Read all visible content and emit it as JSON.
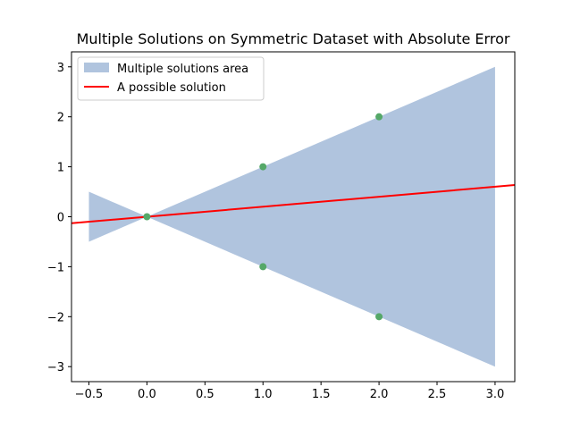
{
  "chart_data": {
    "type": "line",
    "title": "Multiple Solutions on Symmetric Dataset with Absolute Error",
    "xlabel": "",
    "ylabel": "",
    "xlim": [
      -0.65,
      3.17
    ],
    "ylim": [
      -3.3,
      3.3
    ],
    "xticks": [
      -0.5,
      0.0,
      0.5,
      1.0,
      1.5,
      2.0,
      2.5,
      3.0
    ],
    "xtick_labels": [
      "−0.5",
      "0.0",
      "0.5",
      "1.0",
      "1.5",
      "2.0",
      "2.5",
      "3.0"
    ],
    "yticks": [
      -3,
      -2,
      -1,
      0,
      1,
      2,
      3
    ],
    "ytick_labels": [
      "−3",
      "−2",
      "−1",
      "0",
      "1",
      "2",
      "3"
    ],
    "grid": false,
    "legend_position": "top-left",
    "area": {
      "name": "Multiple solutions area",
      "color": "#b0c4de",
      "x": [
        -0.5,
        0.0,
        3.0
      ],
      "y_upper": [
        0.5,
        0.0,
        3.0
      ],
      "y_lower": [
        -0.5,
        0.0,
        -3.0
      ]
    },
    "line": {
      "name": "A possible solution",
      "color": "#ff0000",
      "slope": 0.2,
      "intercept": 0.0
    },
    "points": {
      "color": "#55a868",
      "x": [
        0,
        1,
        1,
        2,
        2
      ],
      "y": [
        0,
        1,
        -1,
        2,
        -2
      ]
    }
  }
}
